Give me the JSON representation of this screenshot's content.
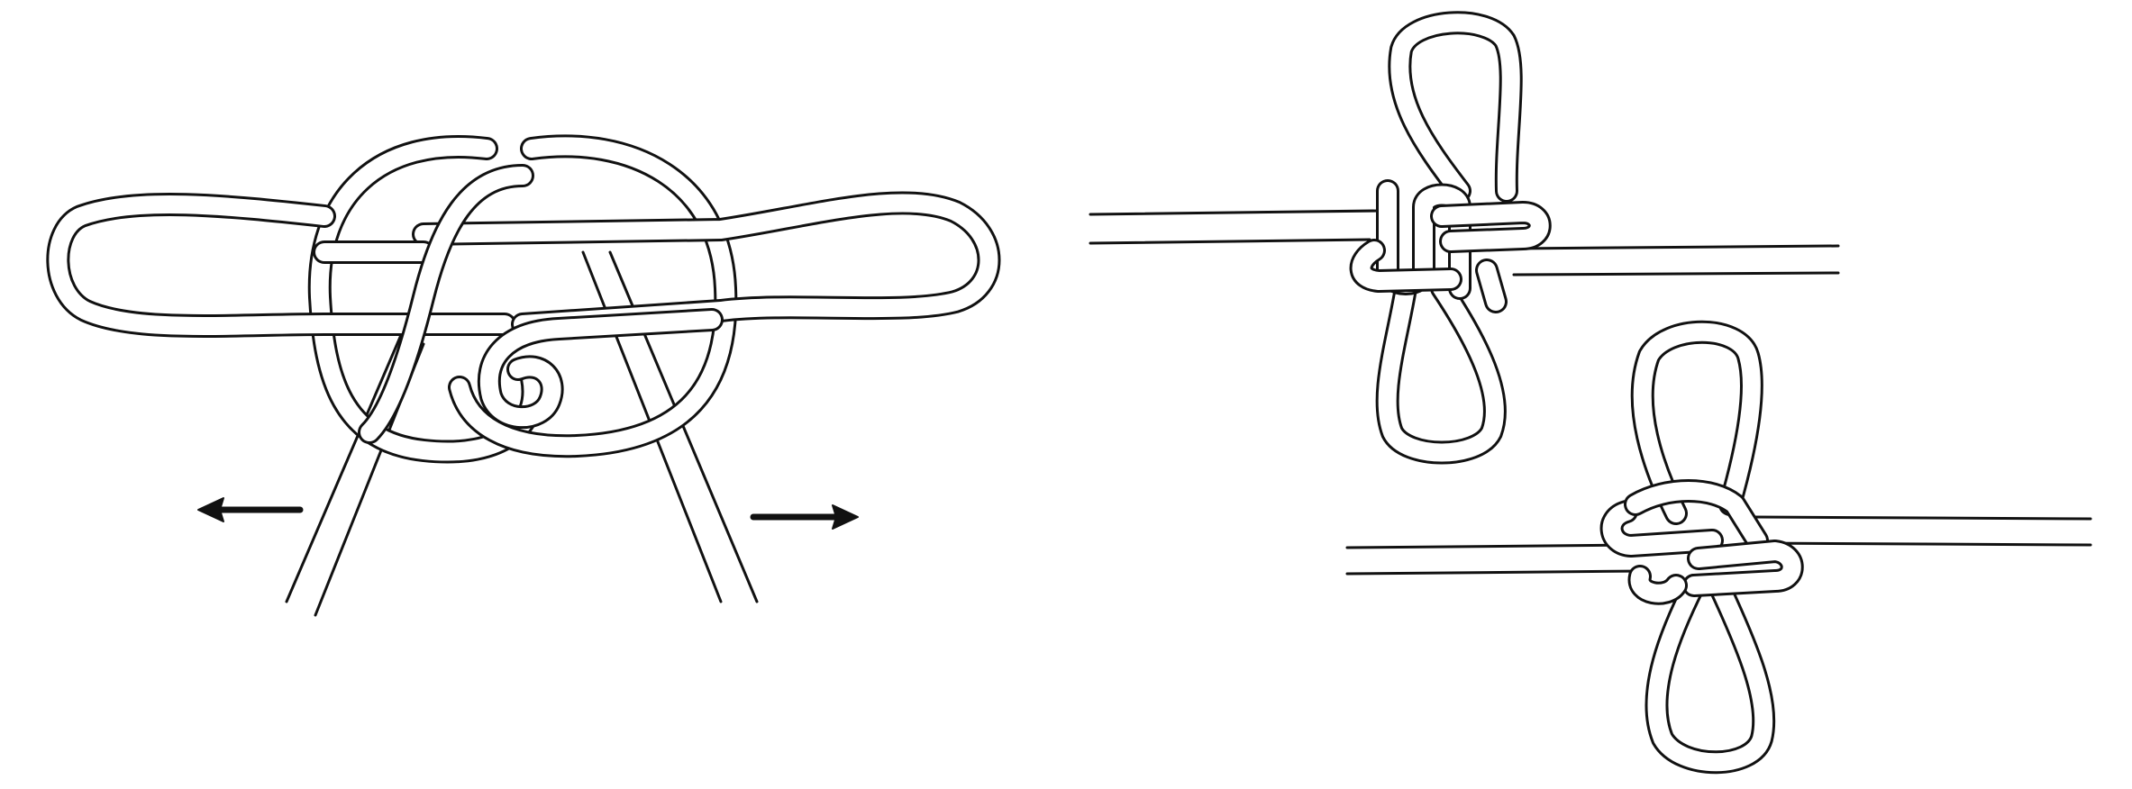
{
  "figure": {
    "description_text": "",
    "colors": {
      "background": "#ffffff",
      "rope_outline": "#111111",
      "rope_fill": "#ffffff"
    },
    "panels": [
      {
        "id": "loosened-knot",
        "arrows": [
          "left-arrow-icon",
          "right-arrow-icon"
        ]
      },
      {
        "id": "dressed-knot-upper"
      },
      {
        "id": "dressed-knot-lower"
      }
    ]
  }
}
